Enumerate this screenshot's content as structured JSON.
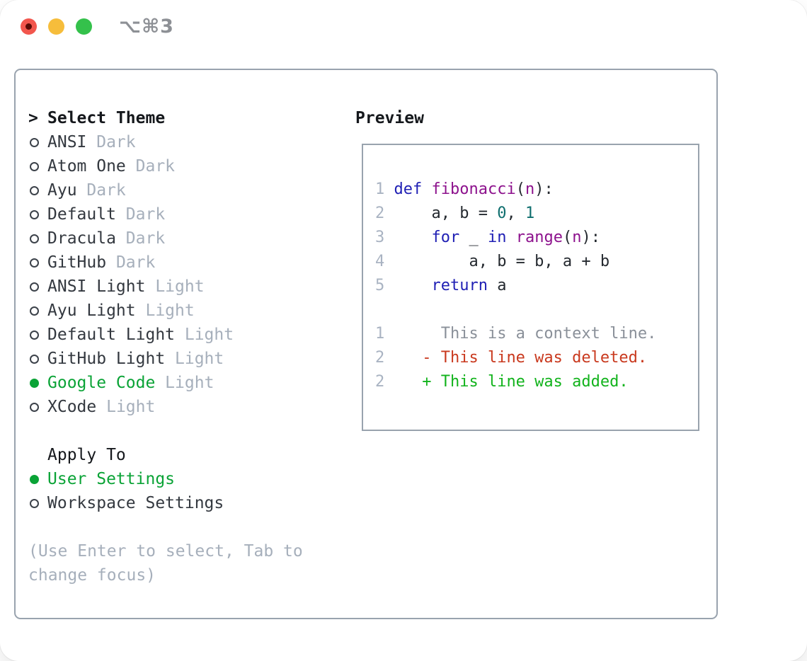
{
  "window": {
    "shortcut_label": "⌥⌘3",
    "traffic_lights": [
      {
        "name": "close",
        "color": "#f2564d",
        "dot": true
      },
      {
        "name": "minimize",
        "color": "#f6bd3b",
        "dot": false
      },
      {
        "name": "zoom",
        "color": "#34c14b",
        "dot": false
      }
    ]
  },
  "theme_panel": {
    "marker": ">",
    "title": "Select Theme",
    "items": [
      {
        "name": "ANSI",
        "tag": "Dark",
        "selected": false
      },
      {
        "name": "Atom One",
        "tag": "Dark",
        "selected": false
      },
      {
        "name": "Ayu",
        "tag": "Dark",
        "selected": false
      },
      {
        "name": "Default",
        "tag": "Dark",
        "selected": false
      },
      {
        "name": "Dracula",
        "tag": "Dark",
        "selected": false
      },
      {
        "name": "GitHub",
        "tag": "Dark",
        "selected": false
      },
      {
        "name": "ANSI Light",
        "tag": "Light",
        "selected": false
      },
      {
        "name": "Ayu Light",
        "tag": "Light",
        "selected": false
      },
      {
        "name": "Default Light",
        "tag": "Light",
        "selected": false
      },
      {
        "name": "GitHub Light",
        "tag": "Light",
        "selected": false
      },
      {
        "name": "Google Code",
        "tag": "Light",
        "selected": true
      },
      {
        "name": "XCode",
        "tag": "Light",
        "selected": false
      }
    ],
    "apply_to": {
      "title": "Apply To",
      "items": [
        {
          "label": "User Settings",
          "selected": true
        },
        {
          "label": "Workspace Settings",
          "selected": false
        }
      ]
    },
    "help_lines": [
      "(Use Enter to select, Tab to",
      "change focus)"
    ]
  },
  "preview": {
    "title": "Preview",
    "lines": [
      [
        {
          "t": "1 ",
          "c": "num"
        },
        {
          "t": "def",
          "c": "kw"
        },
        {
          "t": " ",
          "c": "pl"
        },
        {
          "t": "fibonacci",
          "c": "fn"
        },
        {
          "t": "(",
          "c": "pl"
        },
        {
          "t": "n",
          "c": "fn"
        },
        {
          "t": "):",
          "c": "pl"
        }
      ],
      [
        {
          "t": "2 ",
          "c": "num"
        },
        {
          "t": "    a, b = ",
          "c": "pl"
        },
        {
          "t": "0",
          "c": "nm"
        },
        {
          "t": ", ",
          "c": "pl"
        },
        {
          "t": "1",
          "c": "nm"
        }
      ],
      [
        {
          "t": "3 ",
          "c": "num"
        },
        {
          "t": "    ",
          "c": "pl"
        },
        {
          "t": "for",
          "c": "kw"
        },
        {
          "t": " _ ",
          "c": "pl"
        },
        {
          "t": "in",
          "c": "kw"
        },
        {
          "t": " ",
          "c": "pl"
        },
        {
          "t": "range",
          "c": "fn"
        },
        {
          "t": "(",
          "c": "pl"
        },
        {
          "t": "n",
          "c": "fn"
        },
        {
          "t": "):",
          "c": "pl"
        }
      ],
      [
        {
          "t": "4 ",
          "c": "num"
        },
        {
          "t": "        a, b = b, a + b",
          "c": "pl"
        }
      ],
      [
        {
          "t": "5 ",
          "c": "num"
        },
        {
          "t": "    ",
          "c": "pl"
        },
        {
          "t": "return",
          "c": "kw"
        },
        {
          "t": " a",
          "c": "pl"
        }
      ],
      [],
      [
        {
          "t": "1 ",
          "c": "num"
        },
        {
          "t": "     This is a context line.",
          "c": "ctx"
        }
      ],
      [
        {
          "t": "2 ",
          "c": "num"
        },
        {
          "t": "   - This line was deleted.",
          "c": "del"
        }
      ],
      [
        {
          "t": "2 ",
          "c": "num"
        },
        {
          "t": "   + This line was added.",
          "c": "add"
        }
      ]
    ]
  },
  "colors": {
    "accent_green": "#0aa336",
    "muted_gray": "#a6afbb",
    "text_dark": "#33383f",
    "panel_border": "#99a3ae",
    "keyword_blue": "#1f1fb4",
    "function_purple": "#8d128d",
    "number_teal": "#0e6e6e",
    "diff_context": "#8a9099",
    "diff_deleted": "#c9391e",
    "diff_added": "#12b31c",
    "line_number": "#a9b3c2",
    "traffic_red": "#f2564d",
    "traffic_yellow": "#f6bd3b",
    "traffic_green": "#34c14b"
  }
}
